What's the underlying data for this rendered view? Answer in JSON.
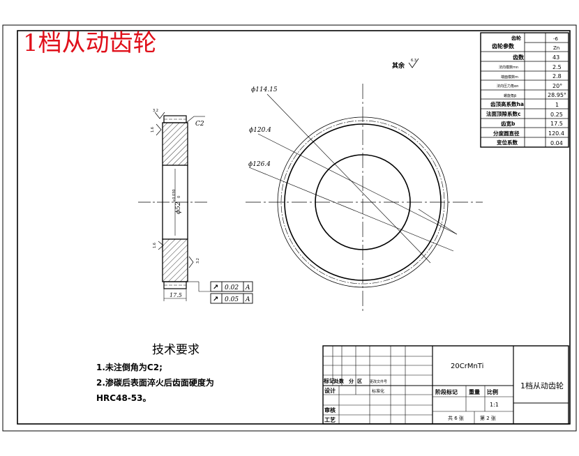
{
  "title": "1档从动齿轮",
  "roughness_other": {
    "label": "其余",
    "value": "6.3"
  },
  "diameters": [
    "ϕ114.15",
    "ϕ120.4",
    "ϕ126.4"
  ],
  "side_view": {
    "chamfer": "C2",
    "bore": "ϕ52",
    "bore_tol_upper": "+0.030",
    "bore_tol_lower": "0",
    "width": "17.5",
    "roughness": [
      "3.2",
      "1.6",
      "3.2"
    ],
    "fcf": [
      {
        "symbol": "↗",
        "tol": "0.02",
        "datum": "A"
      },
      {
        "symbol": "↗",
        "tol": "0.05",
        "datum": "A"
      }
    ]
  },
  "param_table": {
    "rows": [
      [
        "齿轮参数",
        "齿轮",
        "-6"
      ],
      [
        "",
        "",
        "Zn"
      ],
      [
        "",
        "齿数",
        "43"
      ],
      [
        "",
        "法向模数mn",
        "2.5"
      ],
      [
        "",
        "端面模数m",
        "2.8"
      ],
      [
        "",
        "法向压力角αn",
        "20°"
      ],
      [
        "",
        "螺旋角β",
        "28.95°"
      ],
      [
        "",
        "齿顶高系数ha",
        "1"
      ],
      [
        "",
        "法面顶隙系数c",
        "0.25"
      ],
      [
        "",
        "齿宽b",
        "17.5"
      ],
      [
        "",
        "分度圆直径",
        "120.4"
      ],
      [
        "",
        "变位系数",
        "0.04"
      ]
    ]
  },
  "tech_req": {
    "heading": "技术要求",
    "lines": [
      "1.未注倒角为C2;",
      "2.渗碳后表面淬火后齿面硬度为",
      "HRC48-53。"
    ]
  },
  "title_block": {
    "material": "20CrMnTi",
    "part_name": "1档从动齿轮",
    "scale": "1:1",
    "labels": {
      "biaoji": "标记",
      "chushu": "处数",
      "fenqu": "分",
      "qu": "区",
      "gengai": "更改文件号",
      "sheji": "设计",
      "biaozhunhua": "标准化",
      "shenhe": "审核",
      "gongyi": "工艺",
      "jieduan": "阶段标记",
      "zhongliang": "重量",
      "bili": "比例",
      "gong": "共 6 张",
      "di": "第 2 张"
    }
  }
}
